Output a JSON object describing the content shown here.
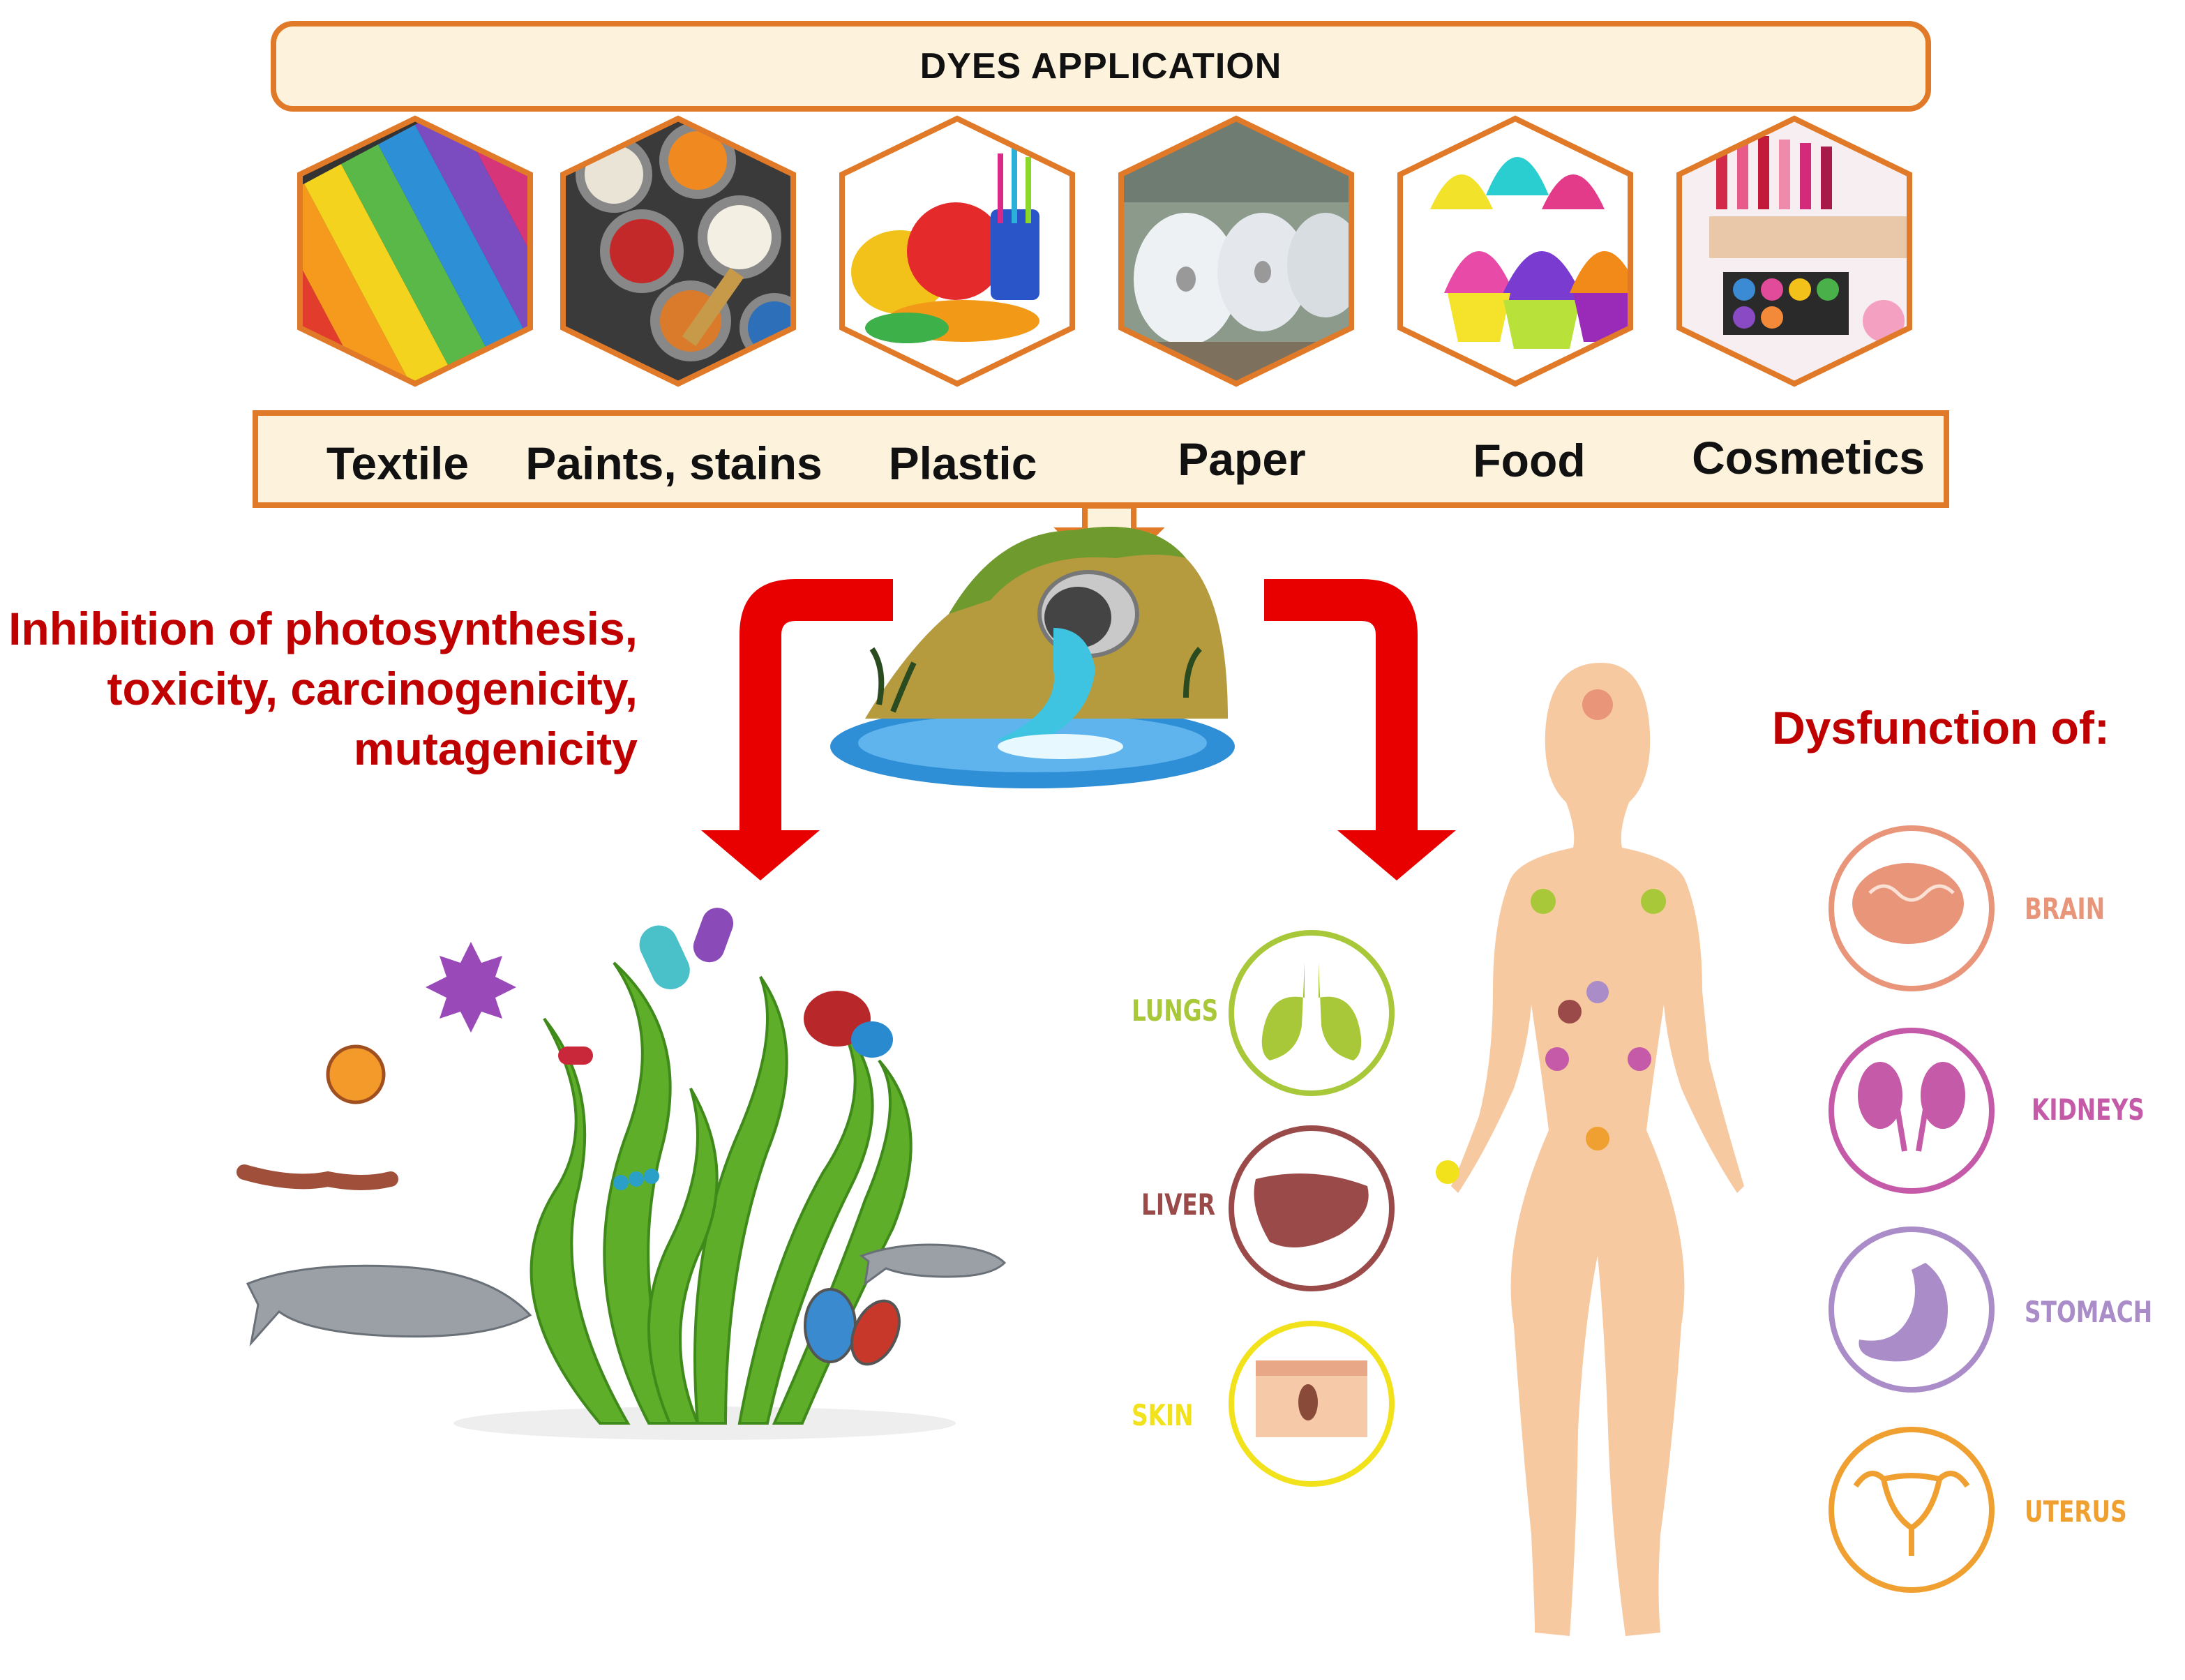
{
  "header": {
    "title": "DYES APPLICATION"
  },
  "applications": [
    {
      "label": "Textile",
      "icon": "textile-icon"
    },
    {
      "label": "Paints, stains",
      "icon": "paint-cans-icon"
    },
    {
      "label": "Plastic",
      "icon": "plastic-ware-icon"
    },
    {
      "label": "Paper",
      "icon": "paper-rolls-icon"
    },
    {
      "label": "Food",
      "icon": "cupcakes-icon"
    },
    {
      "label": "Cosmetics",
      "icon": "cosmetics-icon"
    }
  ],
  "environment_effects": {
    "lines": [
      "Inhibition of photosynthesis,",
      "toxicity, carcinogenicity,",
      "mutagenicity"
    ]
  },
  "human_effects": {
    "heading": "Dysfunction of:",
    "organs_left": [
      {
        "label": "LUNGS",
        "color": "#a8c83a",
        "icon": "lungs-icon"
      },
      {
        "label": "LIVER",
        "color": "#9b4a4a",
        "icon": "liver-icon"
      },
      {
        "label": "SKIN",
        "color": "#f2e21b",
        "icon": "skin-icon"
      }
    ],
    "organs_right": [
      {
        "label": "BRAIN",
        "color": "#e8957a",
        "icon": "brain-icon"
      },
      {
        "label": "KIDNEYS",
        "color": "#c45aa8",
        "icon": "kidneys-icon"
      },
      {
        "label": "STOMACH",
        "color": "#a98cc8",
        "icon": "stomach-icon"
      },
      {
        "label": "UTERUS",
        "color": "#f0a030",
        "icon": "uterus-icon"
      }
    ]
  },
  "colors": {
    "accent_orange": "#e07a28",
    "box_fill": "#fdf3dc",
    "warning_red": "#c00000",
    "arrow_red": "#e80000",
    "skin_tone": "#f7c9a0"
  }
}
